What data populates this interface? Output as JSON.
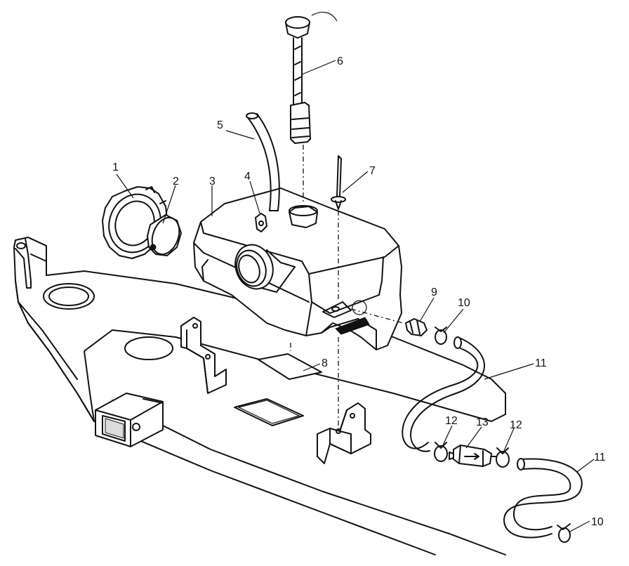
{
  "callouts": [
    {
      "id": "callout-1",
      "label": "1"
    },
    {
      "id": "callout-2",
      "label": "2"
    },
    {
      "id": "callout-3",
      "label": "3"
    },
    {
      "id": "callout-4",
      "label": "4"
    },
    {
      "id": "callout-5",
      "label": "5"
    },
    {
      "id": "callout-6",
      "label": "6"
    },
    {
      "id": "callout-7",
      "label": "7"
    },
    {
      "id": "callout-8",
      "label": "8"
    },
    {
      "id": "callout-9",
      "label": "9"
    },
    {
      "id": "callout-10a",
      "label": "10"
    },
    {
      "id": "callout-11a",
      "label": "11"
    },
    {
      "id": "callout-12a",
      "label": "12"
    },
    {
      "id": "callout-13",
      "label": "13"
    },
    {
      "id": "callout-12b",
      "label": "12"
    },
    {
      "id": "callout-11b",
      "label": "11"
    },
    {
      "id": "callout-10b",
      "label": "10"
    }
  ]
}
